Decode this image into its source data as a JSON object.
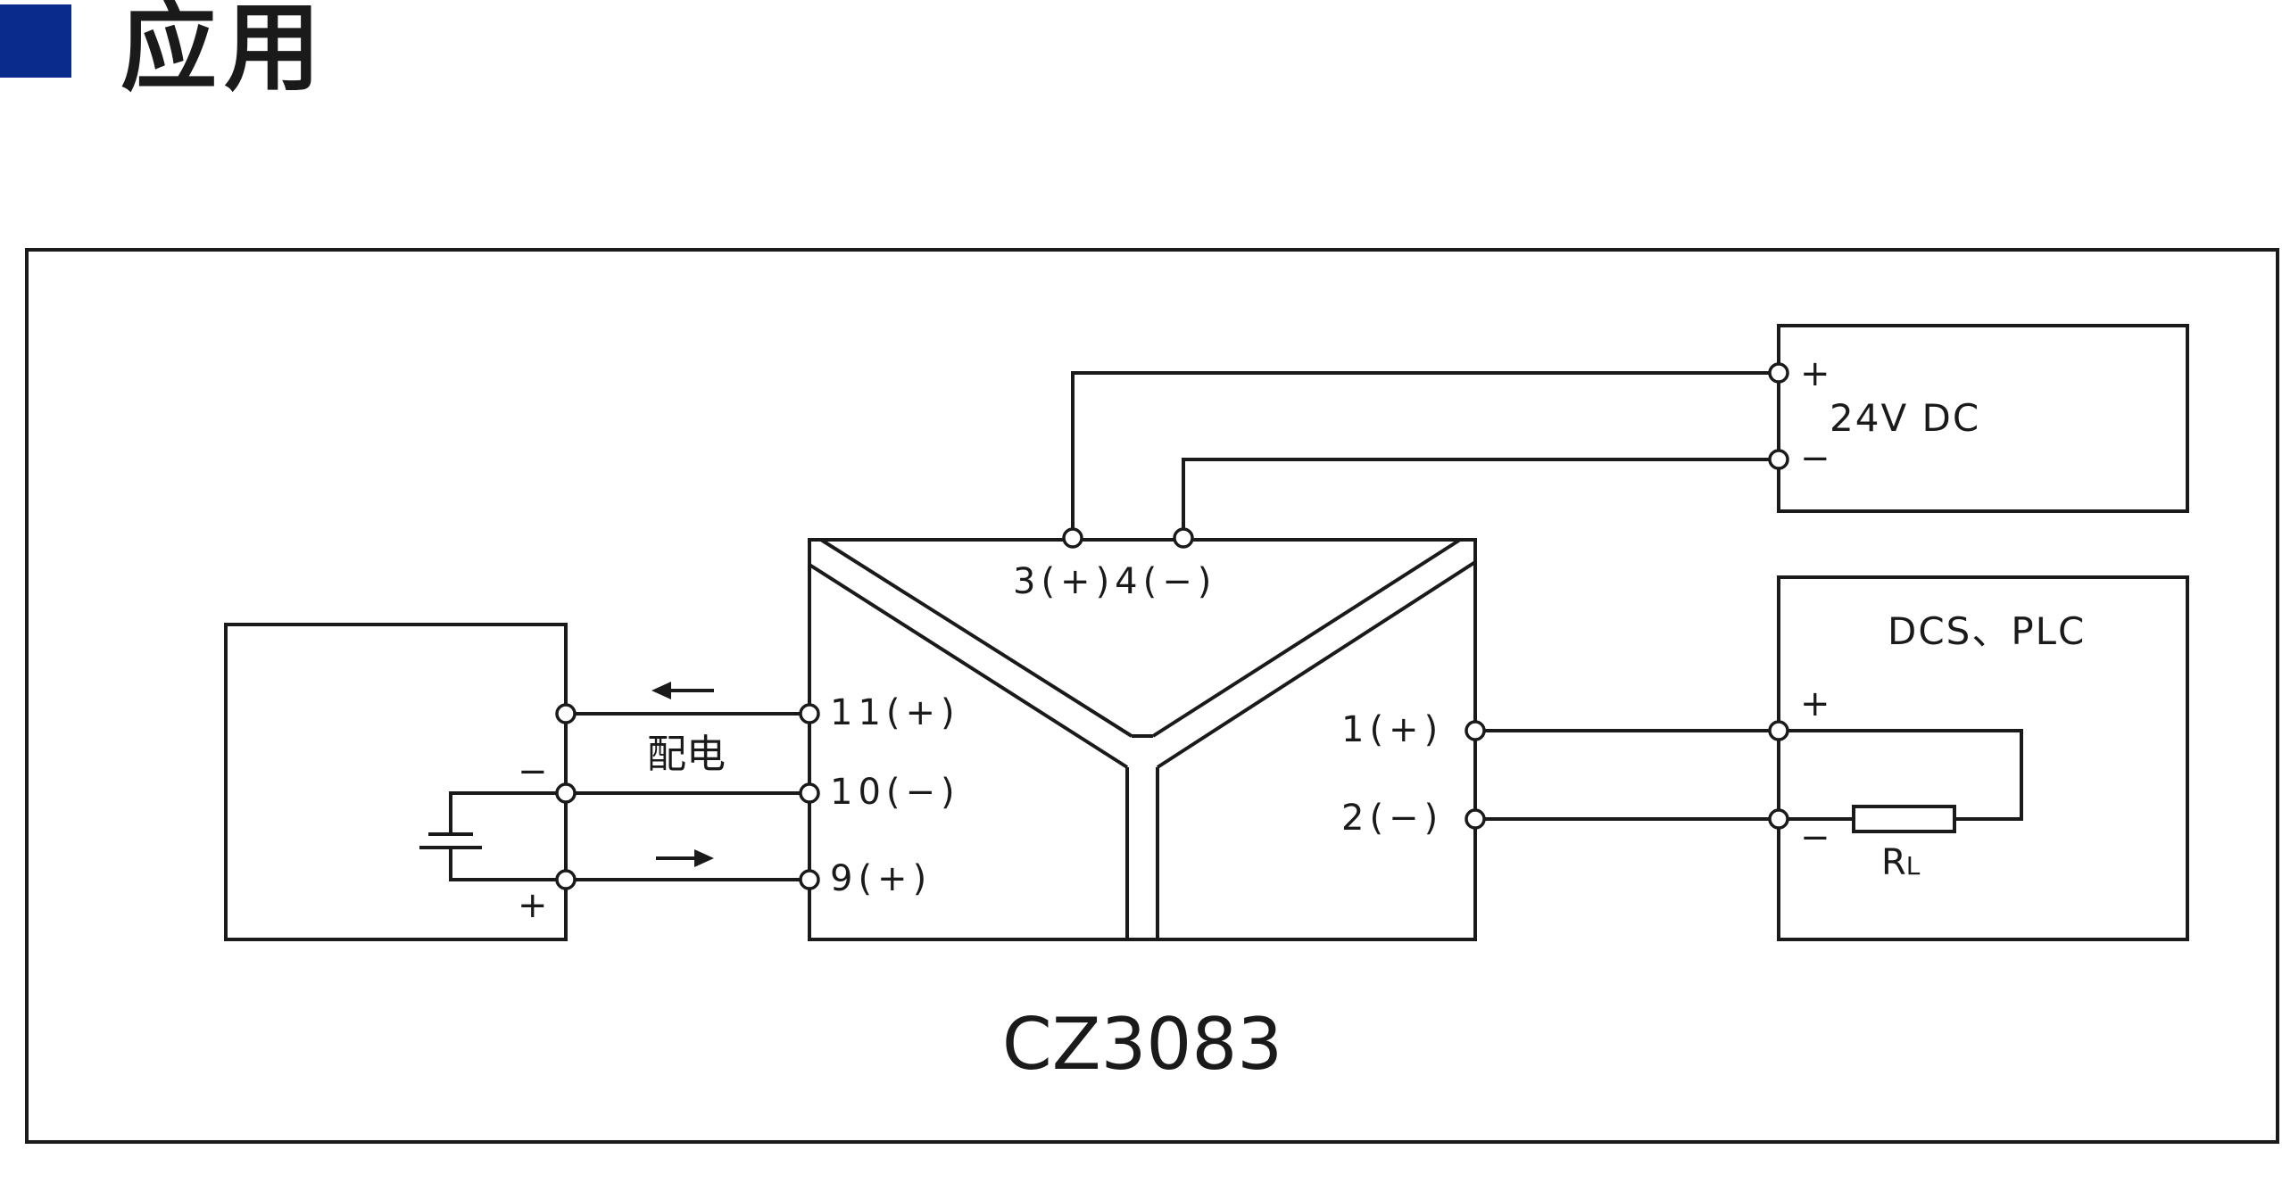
{
  "header": {
    "title": "应用"
  },
  "diagram": {
    "model_label": "CZ3083",
    "power_supply": {
      "label": "24V DC",
      "plus": "+",
      "minus": "−"
    },
    "output_device": {
      "label": "DCS、PLC",
      "plus": "+",
      "minus": "−",
      "resistor_main": "R",
      "resistor_sub": "L"
    },
    "top_terminals": "3(+)4(−)",
    "input_terminals": [
      "11(+)",
      "10(−)",
      "9(+)"
    ],
    "output_terminals": [
      "1(+)",
      "2(−)"
    ],
    "power_distribution_label": "配电",
    "source": {
      "minus": "−",
      "plus": "+"
    }
  },
  "colors": {
    "header_square": "#0a2a8c",
    "line": "#1a1a1a"
  }
}
